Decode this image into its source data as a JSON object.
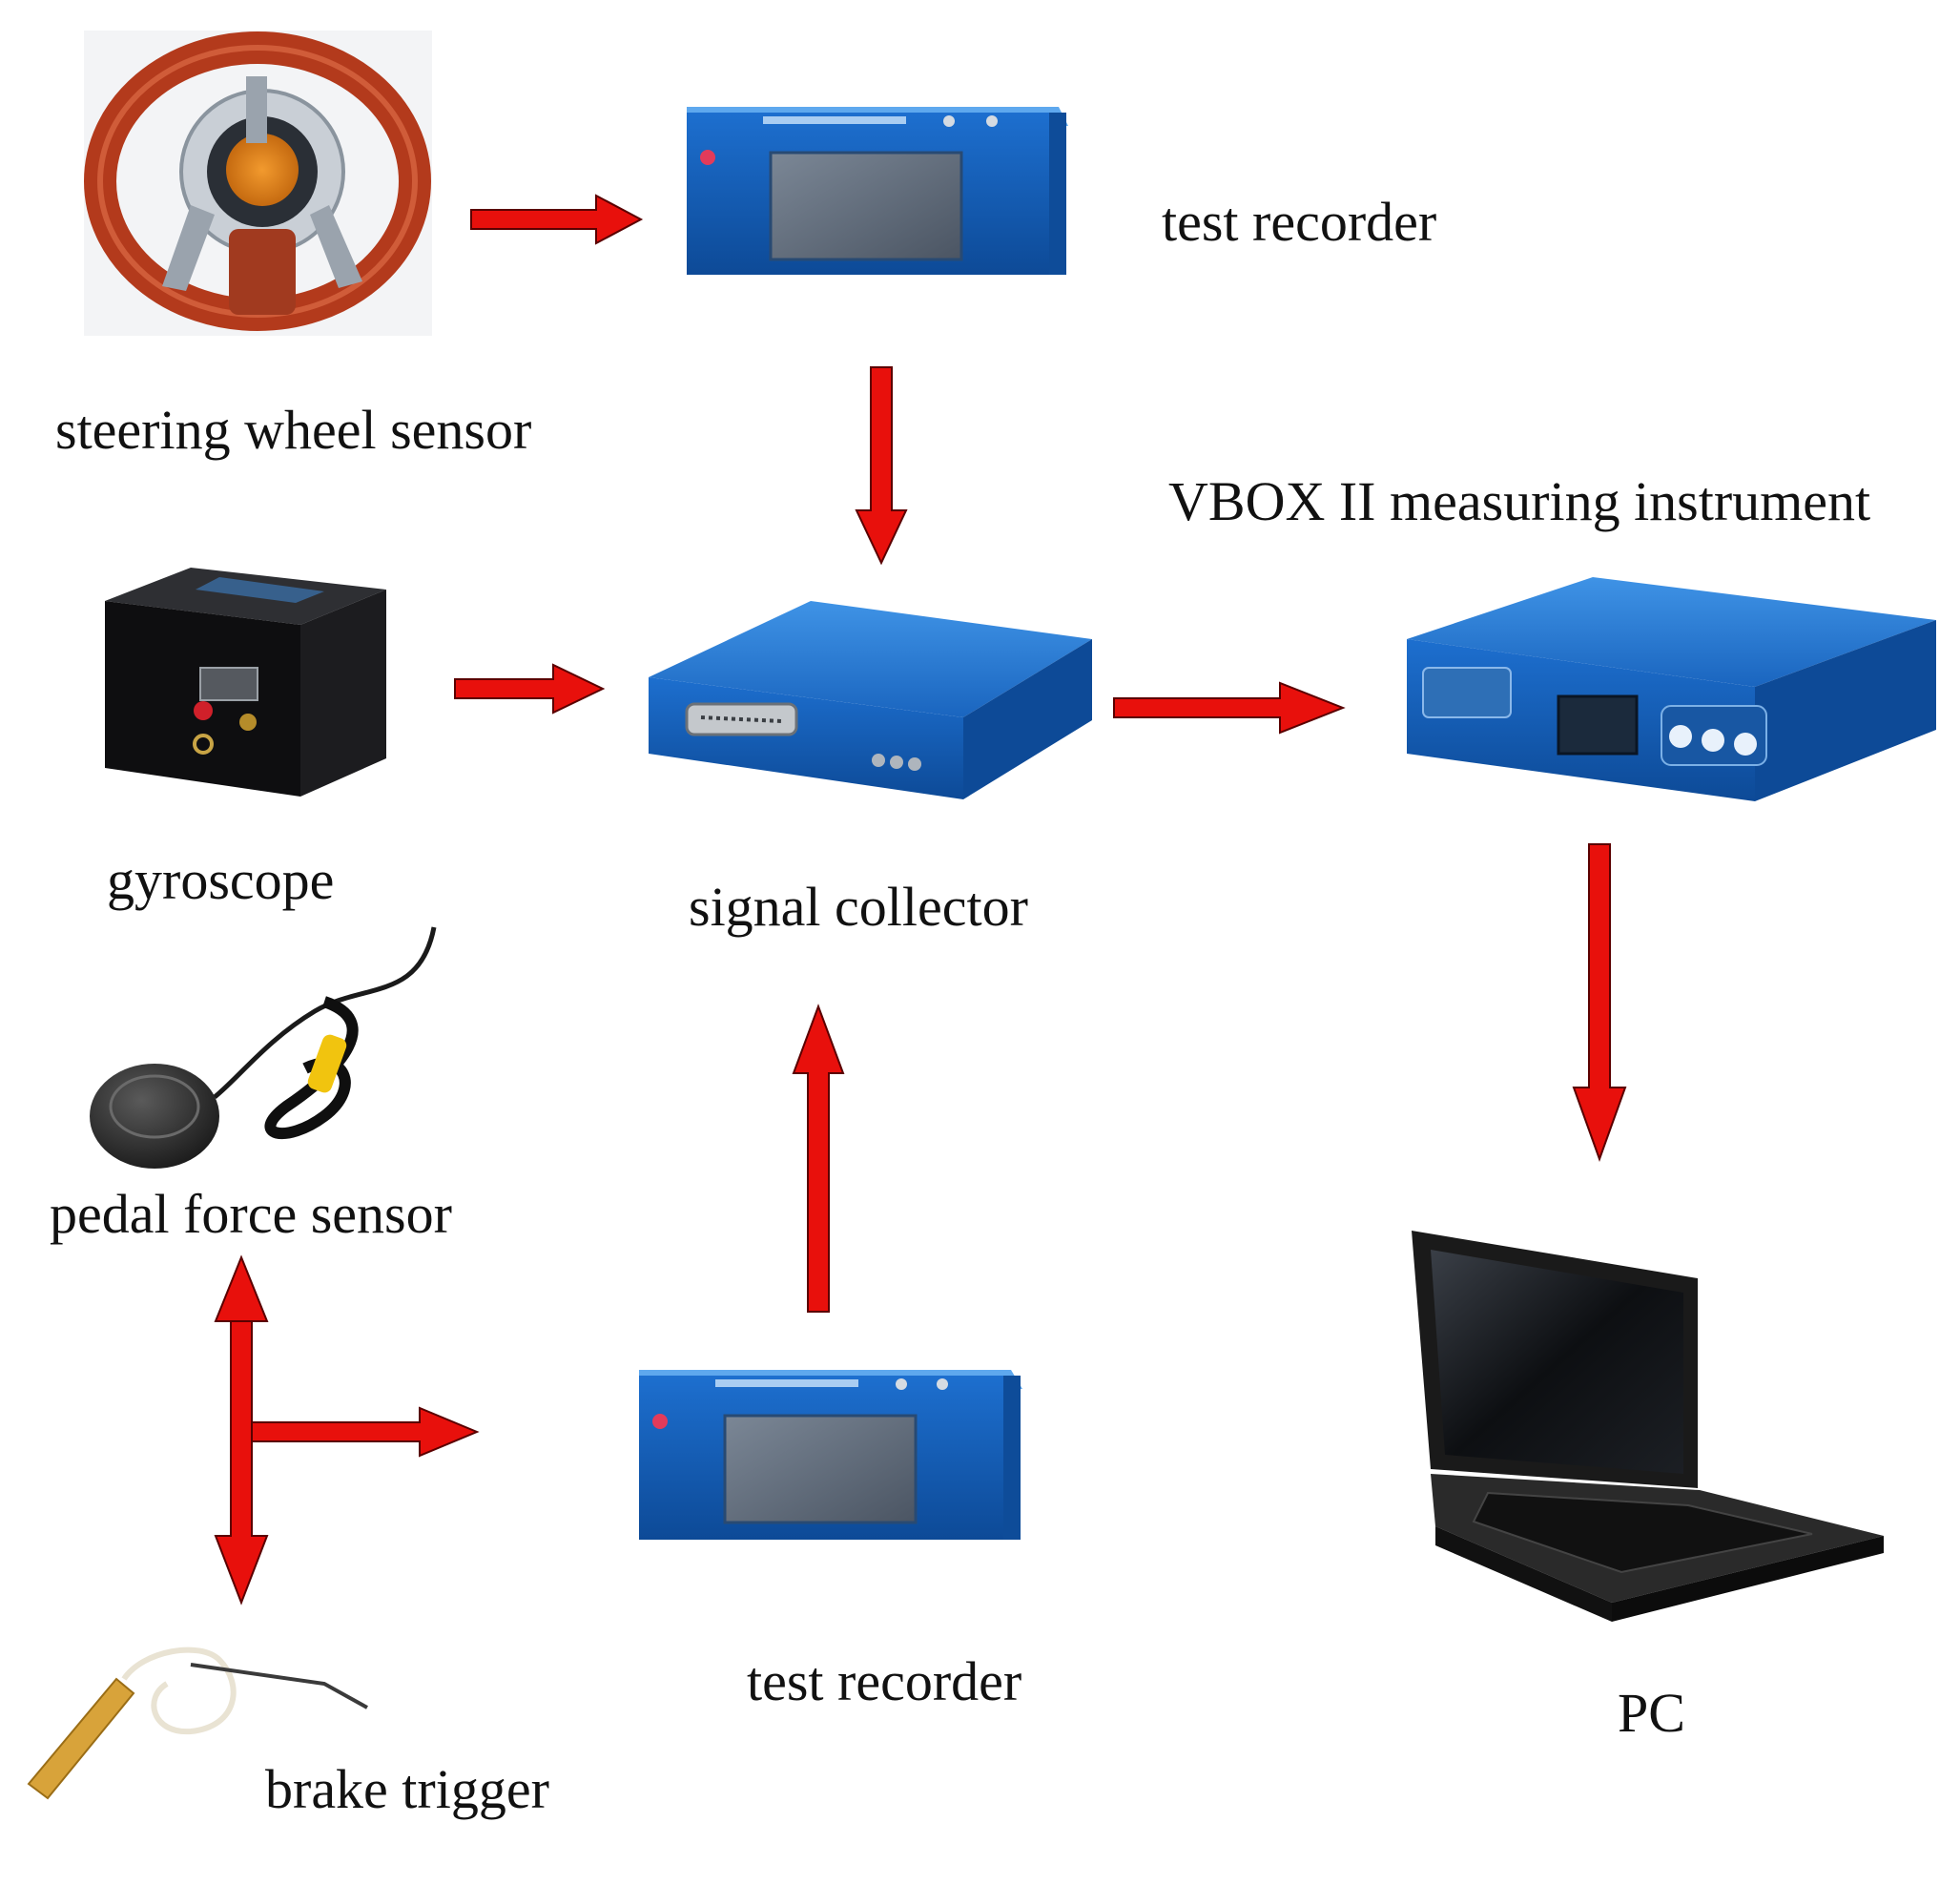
{
  "labels": {
    "steering_wheel_sensor": "steering wheel sensor",
    "test_recorder_top": "test recorder",
    "vbox": "VBOX II measuring instrument",
    "gyroscope": "gyroscope",
    "signal_collector": "signal collector",
    "pedal_force_sensor": "pedal force sensor",
    "test_recorder_bottom": "test recorder",
    "brake_trigger": "brake trigger",
    "pc": "PC"
  },
  "colors": {
    "arrow": "#e8100c",
    "arrow_outline": "#5a0000",
    "device_blue": "#1f73cc",
    "device_blue_dark": "#0e4c99",
    "black_device": "#141414",
    "wheel_rim": "#b33a1c",
    "screen": "#5f6a78"
  },
  "icons": {
    "steering_wheel": "steering-wheel-icon",
    "recorder": "test-recorder-icon",
    "gyroscope": "gyroscope-icon",
    "collector": "signal-collector-icon",
    "vbox": "vbox-icon",
    "pedal": "pedal-sensor-icon",
    "brake": "brake-trigger-icon",
    "laptop": "laptop-icon"
  }
}
